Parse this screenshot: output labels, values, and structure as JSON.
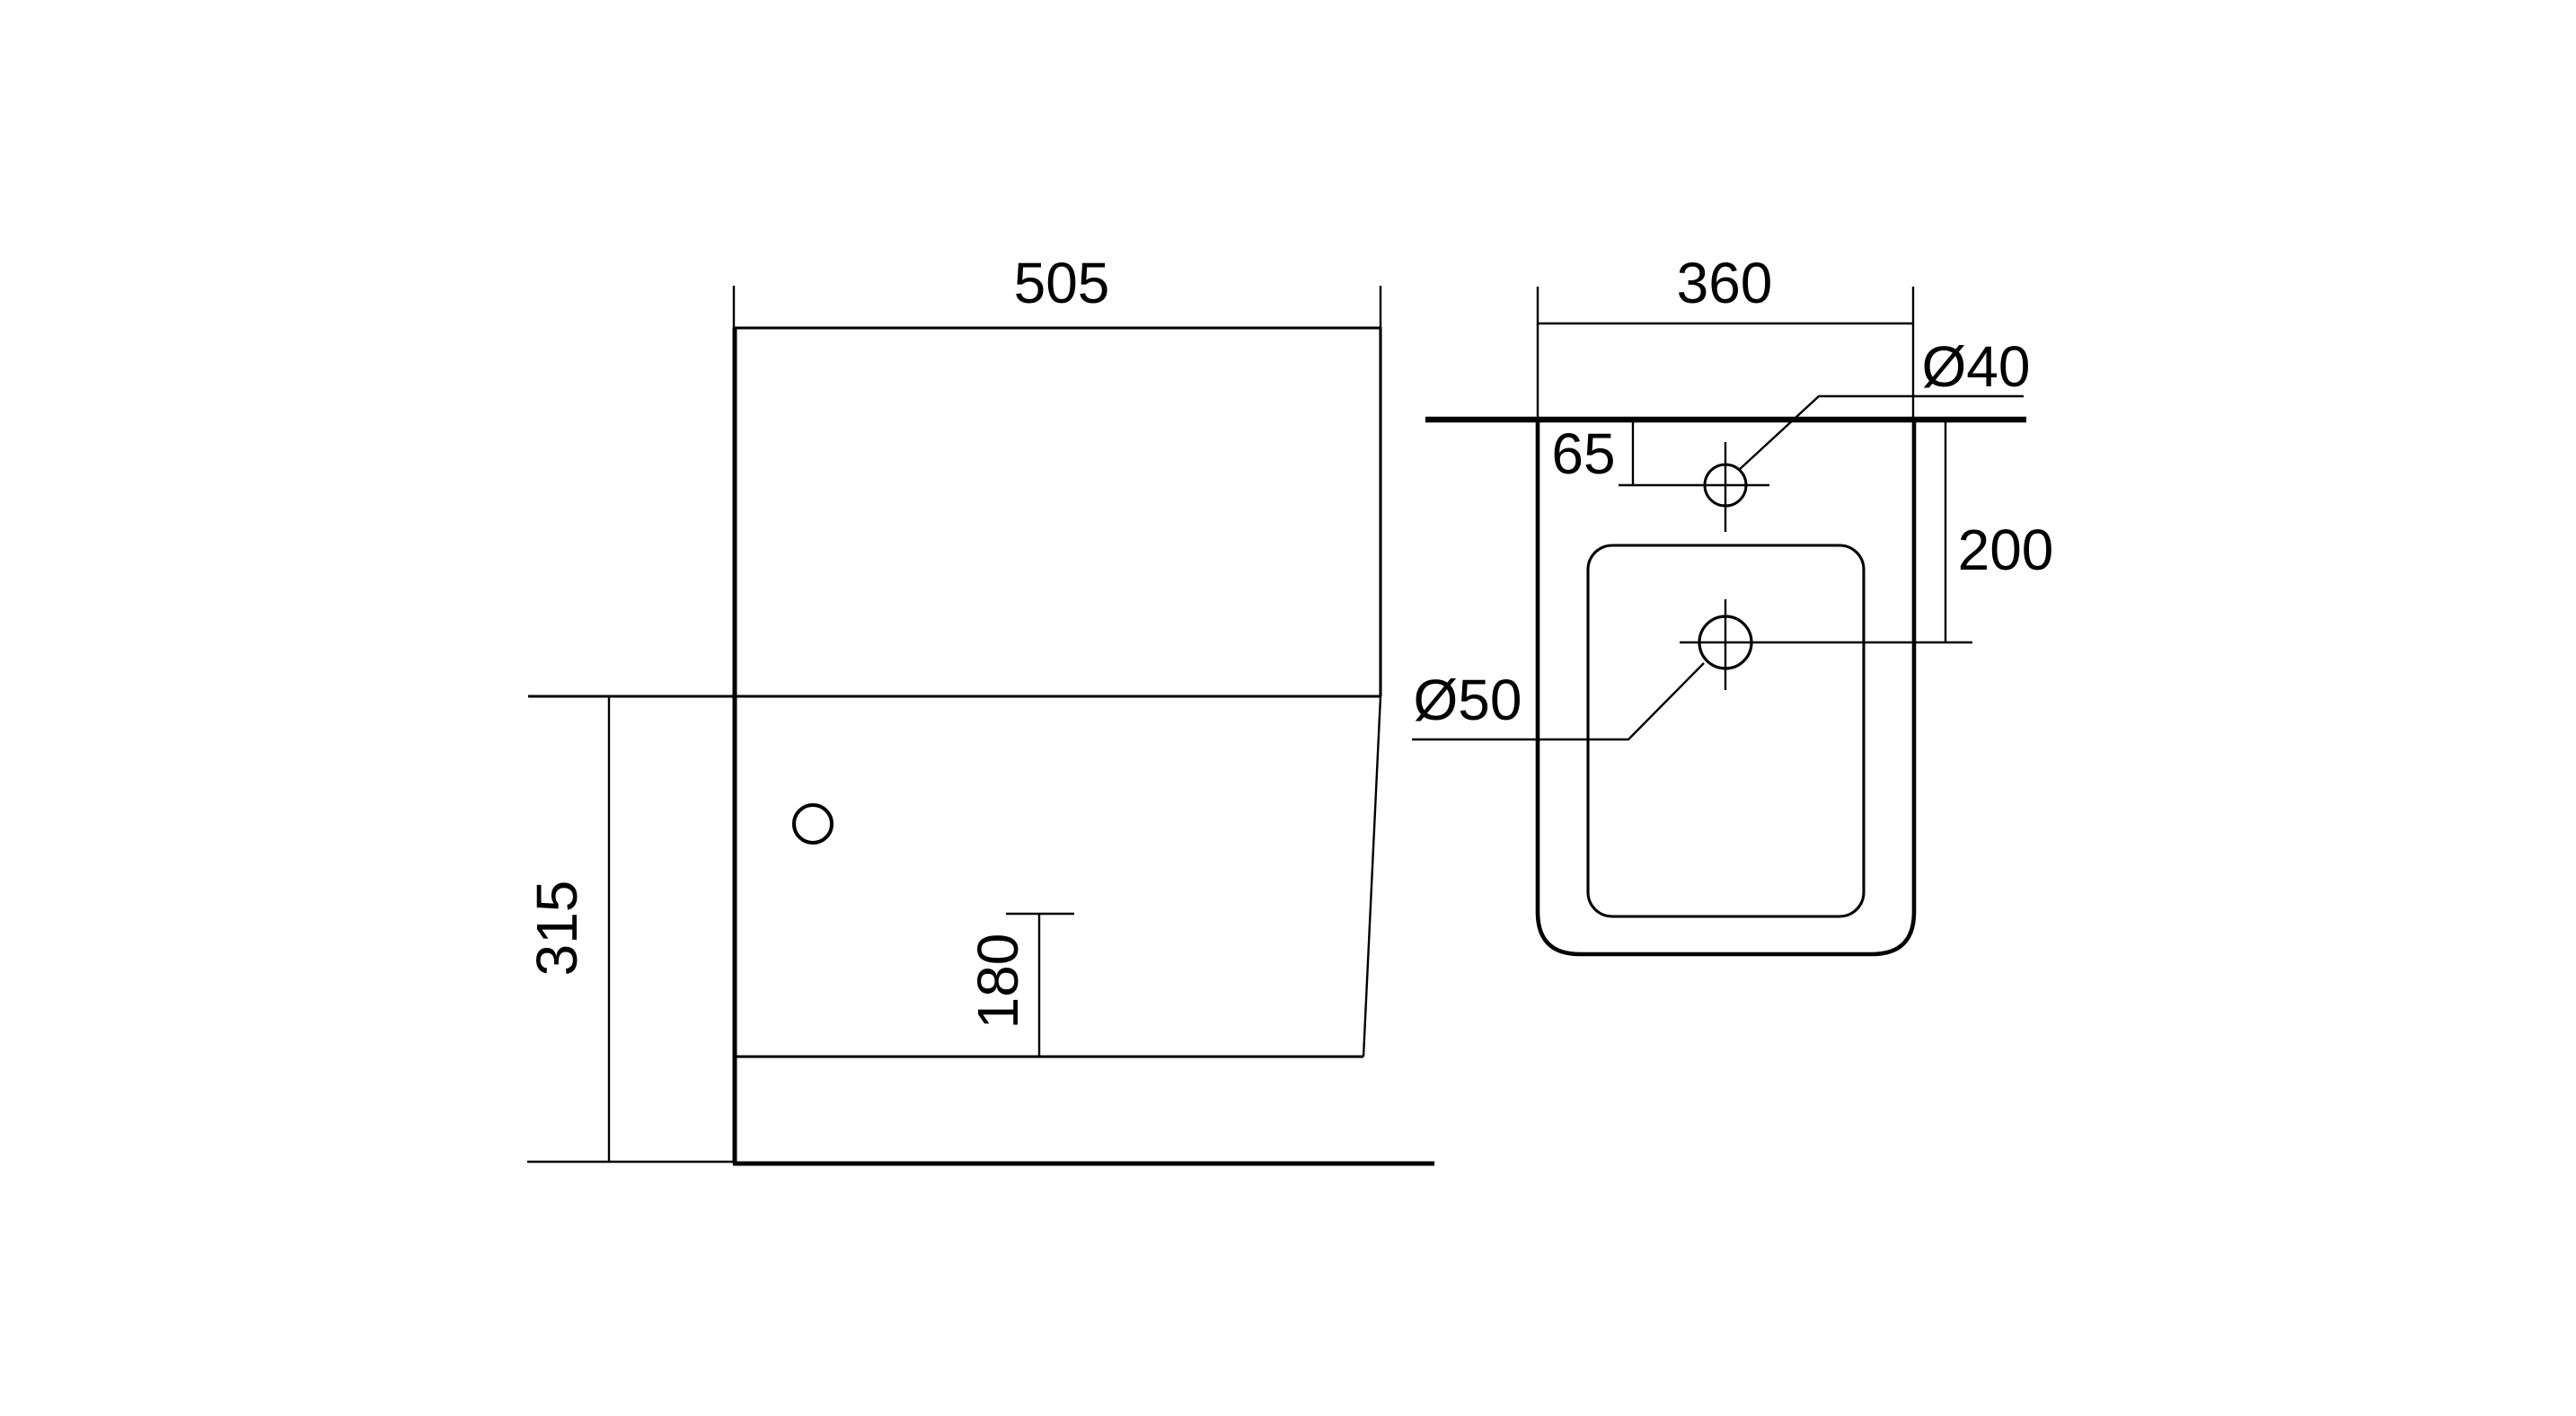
{
  "page": {
    "background_color": "#ffffff",
    "line_color": "#000000",
    "description": "Technical dimension drawing of a sanitary fixture, side view and plan view"
  },
  "front_view": {
    "width_label": "505",
    "height_label": "315",
    "drain_offset_label": "180"
  },
  "top_view": {
    "width_label": "360",
    "faucet_offset_label": "65",
    "drain_offset_label": "200",
    "faucet_hole_diameter_label": "Ø40",
    "drain_hole_diameter_label": "Ø50"
  }
}
